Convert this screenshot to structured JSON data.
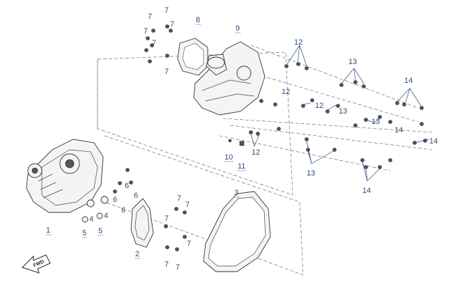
{
  "callouts": {
    "c1": "1",
    "c2": "2",
    "c3": "3",
    "c4a": "4",
    "c4b": "4",
    "c5a": "5",
    "c5b": "5",
    "c6a": "6",
    "c6b": "6",
    "c6c": "6",
    "c6d": "6",
    "c7a": "7",
    "c7b": "7",
    "c7c": "7",
    "c7d": "7",
    "c7e": "7",
    "c7f": "7",
    "c7g": "7",
    "c7h": "7",
    "c7i": "7",
    "c7j": "7",
    "c7k": "7",
    "c7l": "7",
    "c8": "8",
    "c9": "9",
    "c10": "10",
    "c11": "11",
    "c12a": "12",
    "c12b": "12",
    "c12c": "12",
    "c12d": "12",
    "c13a": "13",
    "c13b": "13",
    "c13c": "13",
    "c13d": "13",
    "c14a": "14",
    "c14b": "14",
    "c14c": "14",
    "c14d": "14"
  },
  "fwd_label": "FWD"
}
